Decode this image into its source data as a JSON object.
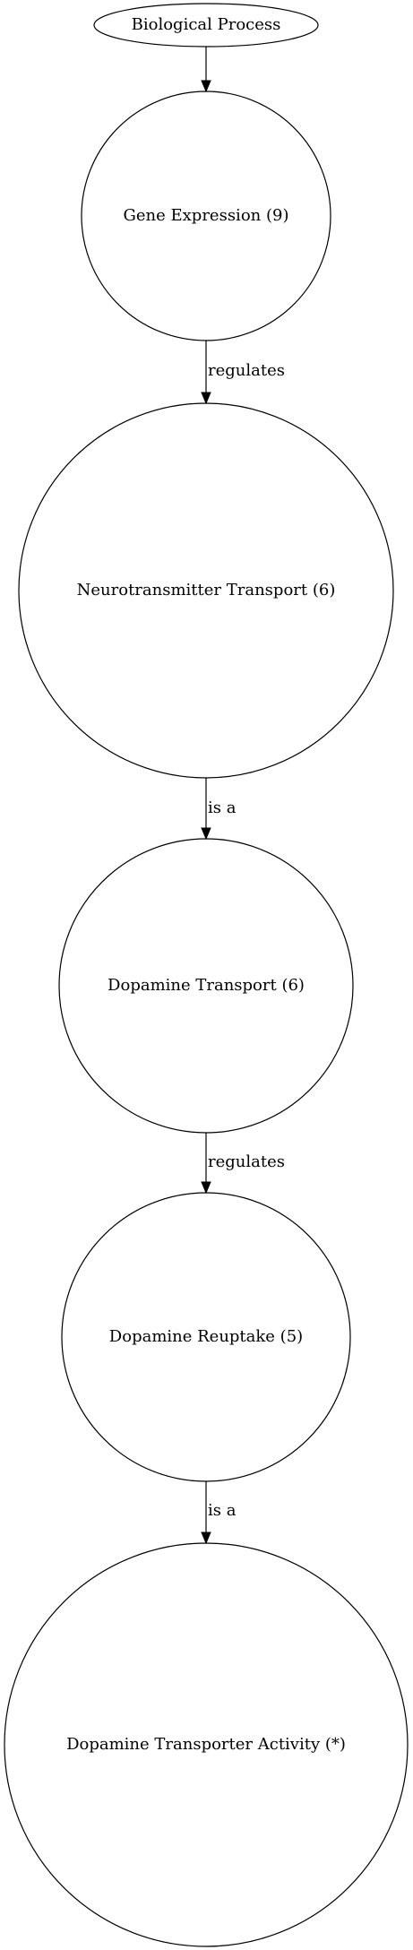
{
  "diagram": {
    "nodes": [
      {
        "id": "biological-process",
        "label": "Biological Process"
      },
      {
        "id": "gene-expression",
        "label": "Gene Expression (9)"
      },
      {
        "id": "neurotransmitter-transport",
        "label": "Neurotransmitter Transport (6)"
      },
      {
        "id": "dopamine-transport",
        "label": "Dopamine Transport (6)"
      },
      {
        "id": "dopamine-reuptake",
        "label": "Dopamine Reuptake (5)"
      },
      {
        "id": "dopamine-transporter-activity",
        "label": "Dopamine Transporter Activity (*)"
      }
    ],
    "edges": [
      {
        "from": "biological-process",
        "to": "gene-expression",
        "label": ""
      },
      {
        "from": "gene-expression",
        "to": "neurotransmitter-transport",
        "label": "regulates"
      },
      {
        "from": "neurotransmitter-transport",
        "to": "dopamine-transport",
        "label": "is a"
      },
      {
        "from": "dopamine-transport",
        "to": "dopamine-reuptake",
        "label": "regulates"
      },
      {
        "from": "dopamine-reuptake",
        "to": "dopamine-transporter-activity",
        "label": "is a"
      }
    ]
  }
}
